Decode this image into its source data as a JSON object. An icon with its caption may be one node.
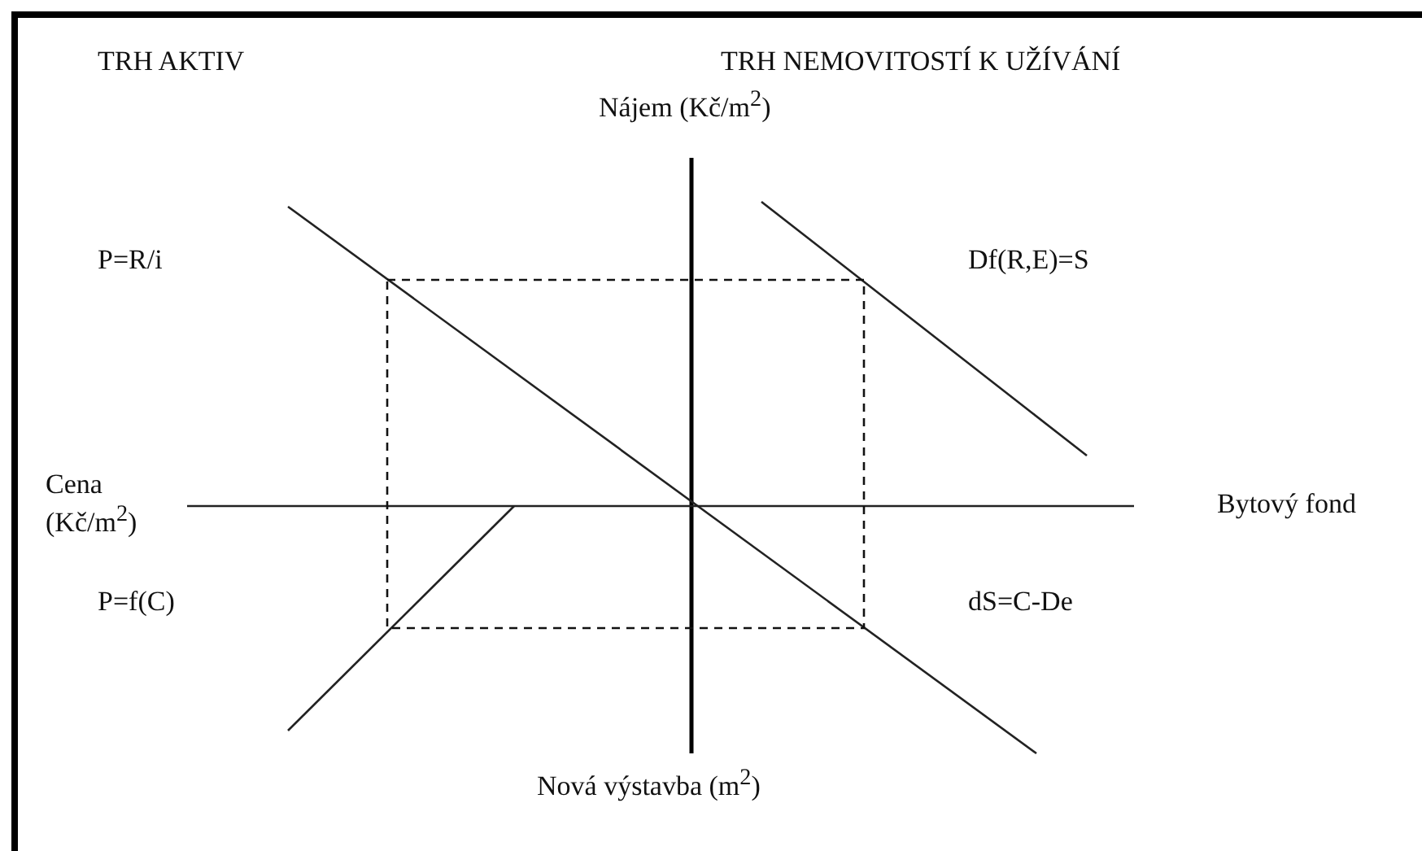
{
  "diagram": {
    "labels": [
      "TRH AKTIV",
      "TRH NEMOVITOSTÍ K UŽÍVÁNÍ",
      "Nájem (Kč/m$^{2}$)",
      "P=R/i",
      "Df(R,E)=S",
      "Cena (Kč/m$^{2}$)",
      "Bytový fond",
      "P=f(C)",
      "dS=C-De",
      "Nová výstavba (m$^{2}$)"
    ]
  }
}
